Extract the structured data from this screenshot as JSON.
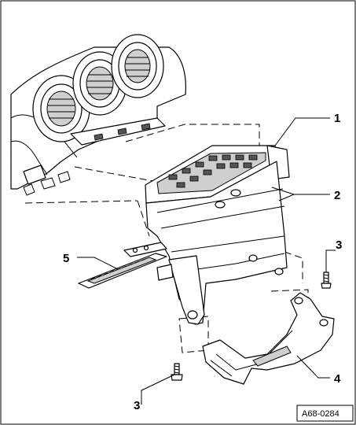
{
  "diagram": {
    "callouts": [
      {
        "id": "c1",
        "label": "1"
      },
      {
        "id": "c2",
        "label": "2"
      },
      {
        "id": "c3a",
        "label": "3"
      },
      {
        "id": "c3b",
        "label": "3"
      },
      {
        "id": "c4",
        "label": "4"
      },
      {
        "id": "c5",
        "label": "5"
      }
    ],
    "reference_code": "A68-0284"
  }
}
